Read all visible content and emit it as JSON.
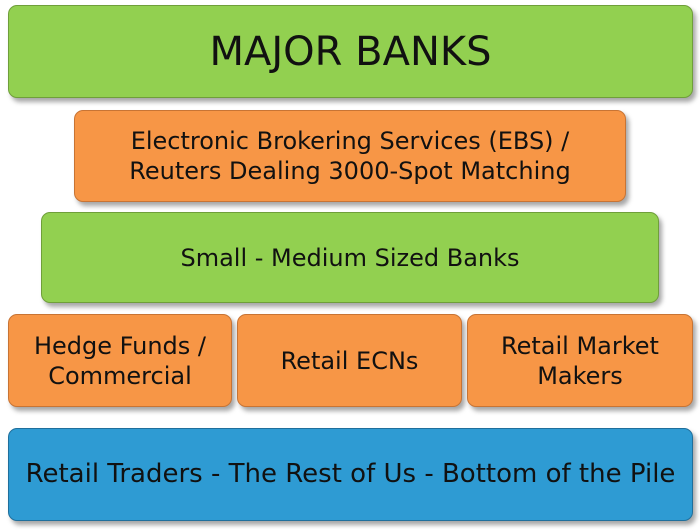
{
  "tiers": {
    "major_banks": "MAJOR BANKS",
    "ebs_reuters": {
      "line1": "Electronic Brokering Services (EBS) /",
      "line2": "Reuters Dealing 3000-Spot Matching"
    },
    "small_medium_banks": "Small - Medium Sized Banks",
    "hedge_funds": {
      "line1": "Hedge Funds /",
      "line2": "Commercial"
    },
    "retail_ecns": "Retail ECNs",
    "retail_market_makers": {
      "line1": "Retail Market",
      "line2": "Makers"
    },
    "retail_traders": "Retail Traders - The Rest of Us - Bottom of the Pile"
  },
  "colors": {
    "green": "#92d050",
    "orange": "#f79646",
    "blue": "#2e9bd3"
  }
}
